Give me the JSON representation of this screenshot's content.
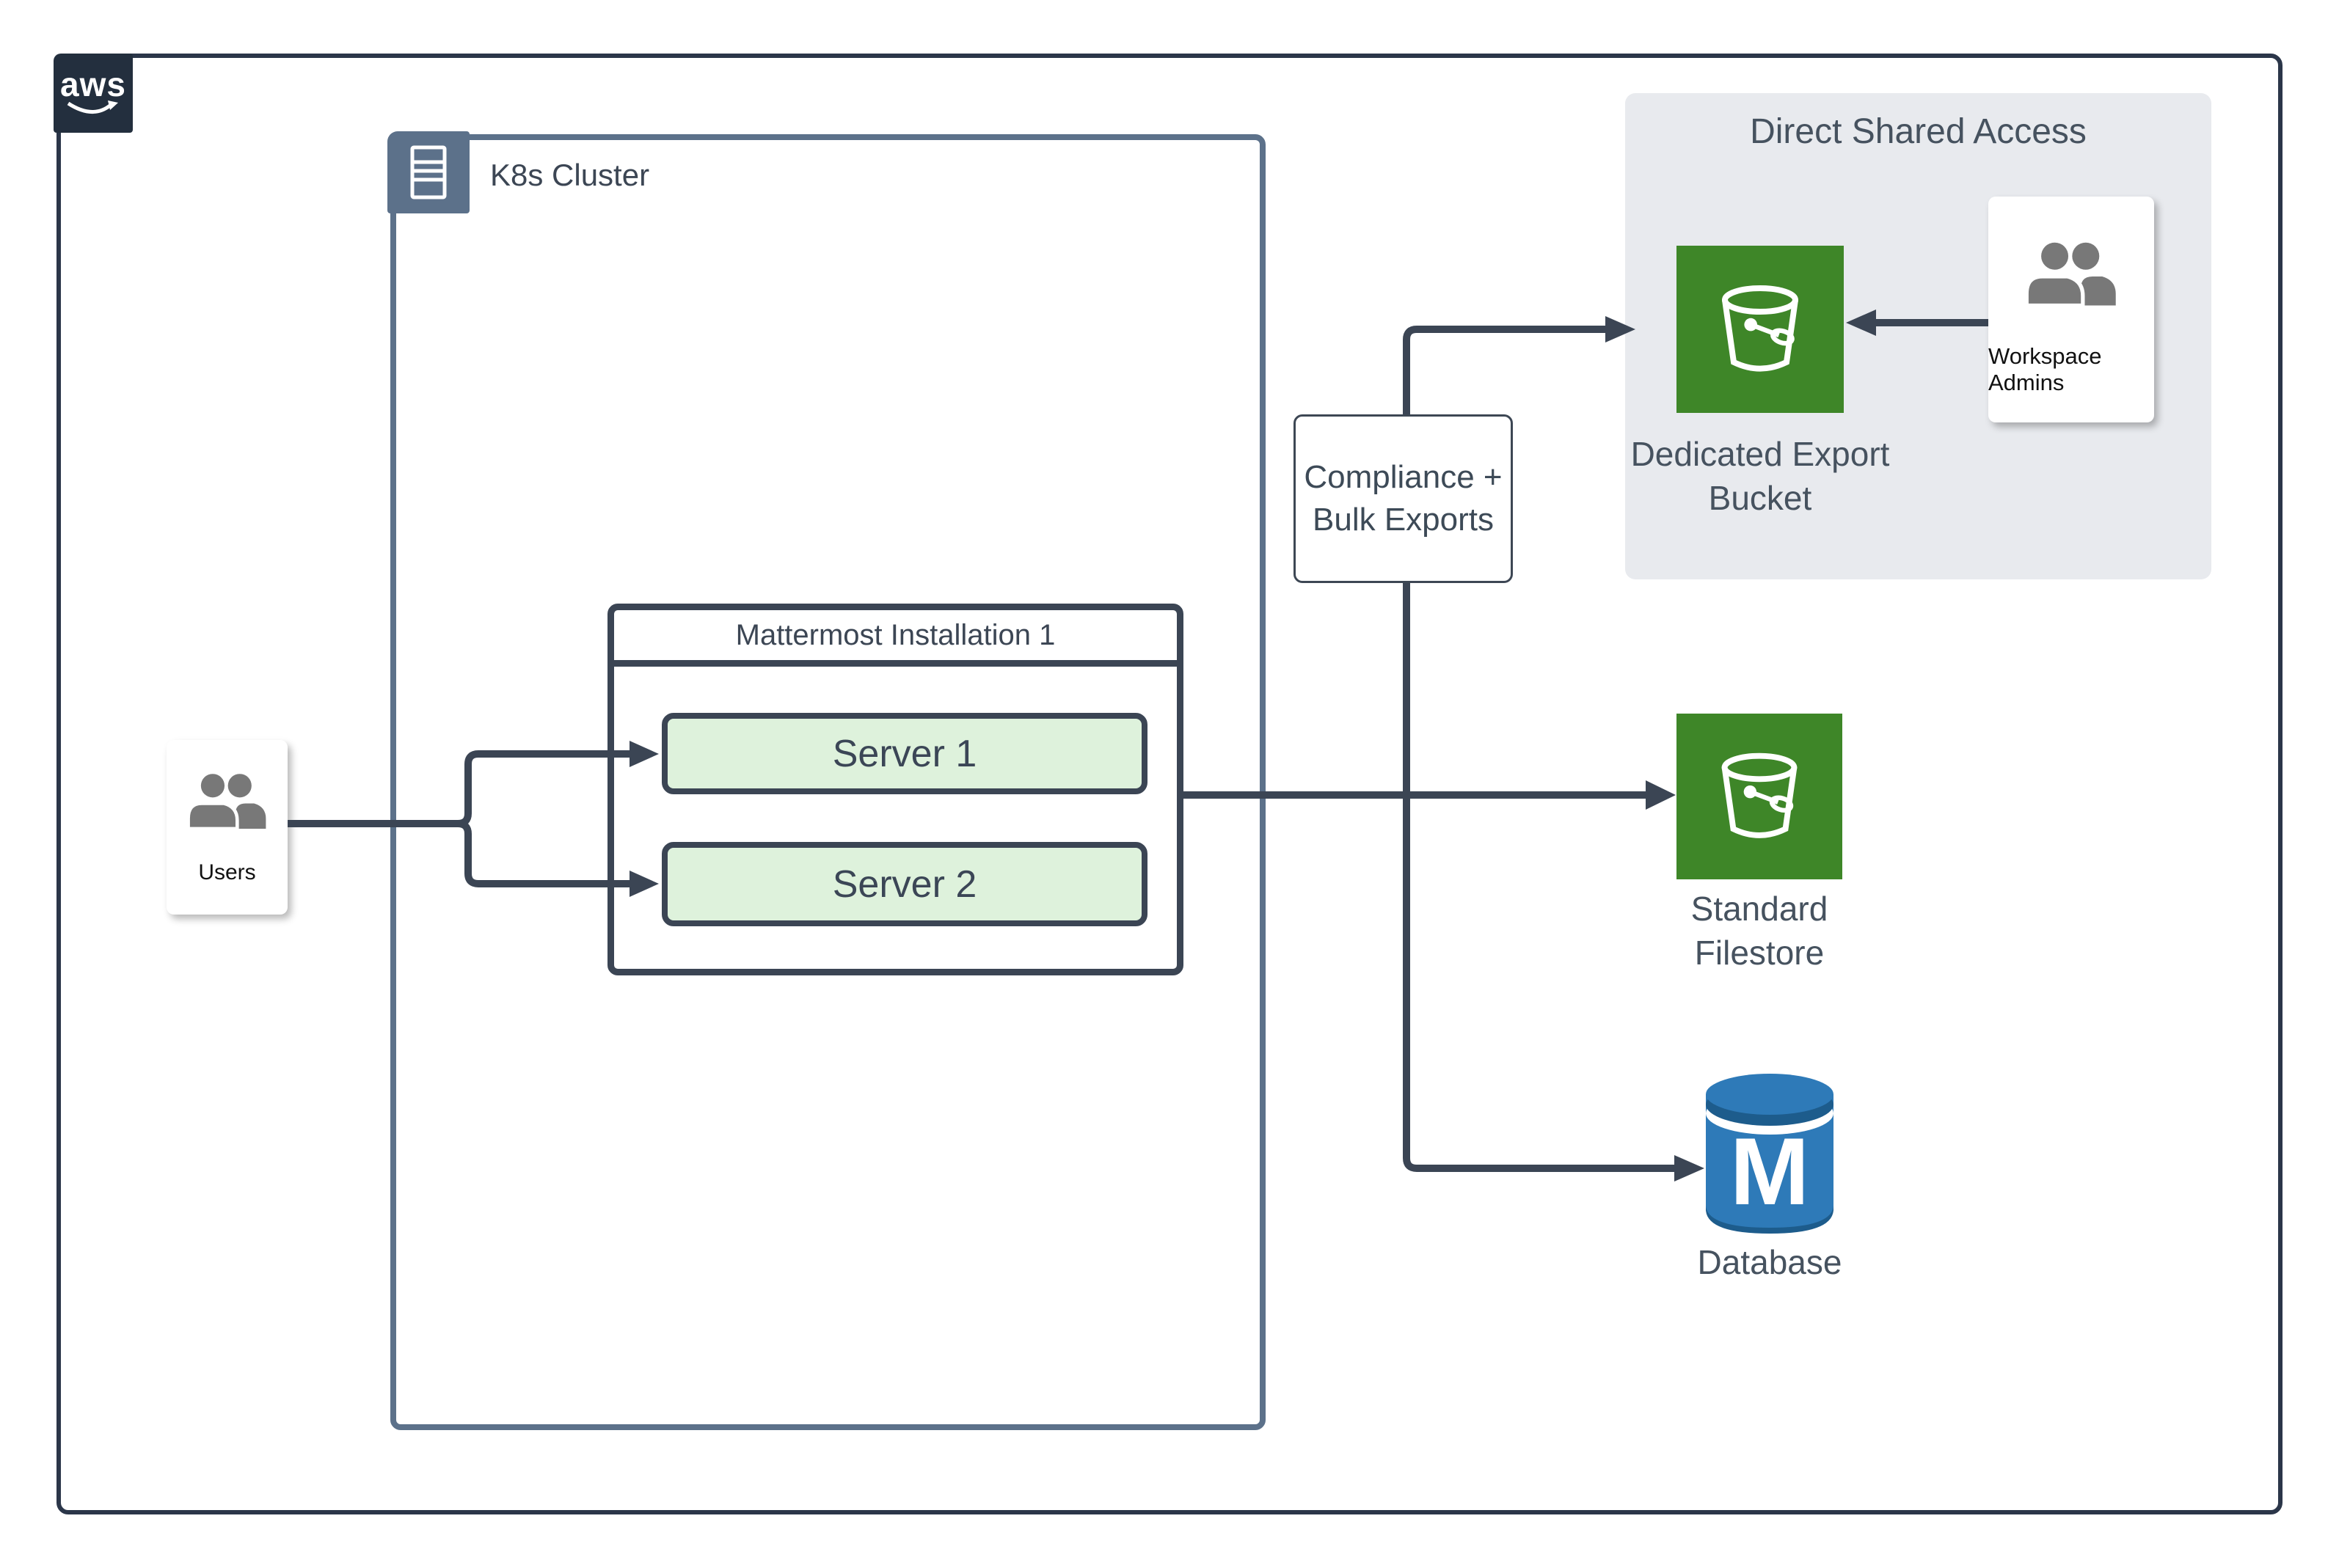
{
  "aws": {
    "logo_text": "aws"
  },
  "k8s": {
    "label": "K8s Cluster"
  },
  "mattermost": {
    "title": "Mattermost Installation 1",
    "servers": [
      {
        "label": "Server 1"
      },
      {
        "label": "Server 2"
      }
    ]
  },
  "users": {
    "label": "Users"
  },
  "compliance": {
    "line1": "Compliance +",
    "line2": "Bulk Exports"
  },
  "direct_shared_access": {
    "title": "Direct Shared Access",
    "bucket_label_line1": "Dedicated Export",
    "bucket_label_line2": "Bucket",
    "admins_label": "Workspace Admins"
  },
  "filestore": {
    "line1": "Standard",
    "line2": "Filestore"
  },
  "database": {
    "label": "Database"
  },
  "colors": {
    "connector_dark": "#3B4554",
    "k8s_border": "#5C718A",
    "outer_border": "#2B3649",
    "aws_navy": "#232F3E",
    "region_gray": "#E8EAEE",
    "server_fill": "#DEF2DC",
    "bucket_green": "#3E8628",
    "db_blue": "#2E7AB8",
    "db_blue_dark": "#1D5C8C",
    "people_gray": "#787878",
    "label_slate": "#46525F"
  }
}
